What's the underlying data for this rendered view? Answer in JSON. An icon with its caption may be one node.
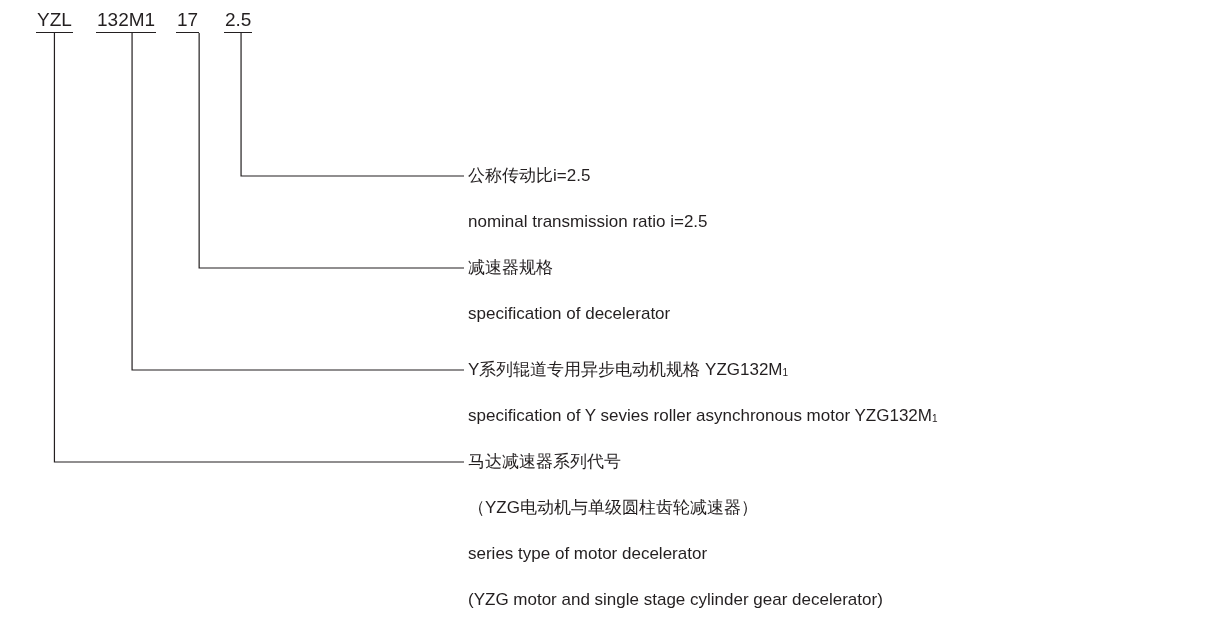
{
  "diagram": {
    "nodes": [
      {
        "text": [
          "YZL"
        ]
      },
      {
        "text": [
          "132M1"
        ]
      },
      {
        "text": [
          "17"
        ]
      },
      {
        "text": [
          "2.5"
        ]
      },
      {
        "text": [
          "公称传动比i=2.5",
          "nominal transmission ratio i=2.5"
        ]
      },
      {
        "text": [
          "减速器规格",
          "specification of decelerator"
        ]
      },
      {
        "text": [
          "Y系列辊道专用异步电动机规格  YZG132M$_{1}$",
          "specification of Y sevies roller asynchronous motor YZG132M$_{1}$"
        ]
      },
      {
        "text": [
          "马达减速器系列代号",
          "（YZG电动机与单级圆柱齿轮减速器）",
          "series type of motor decelerator",
          "(YZG motor and single stage cylinder gear decelerator)"
        ]
      }
    ],
    "edges": [
      {
        "from": 3,
        "to": 4,
        "arrow": "none"
      },
      {
        "from": 2,
        "to": 5,
        "arrow": "none"
      },
      {
        "from": 1,
        "to": 6,
        "arrow": "none"
      },
      {
        "from": 0,
        "to": 7,
        "arrow": "none"
      }
    ]
  }
}
